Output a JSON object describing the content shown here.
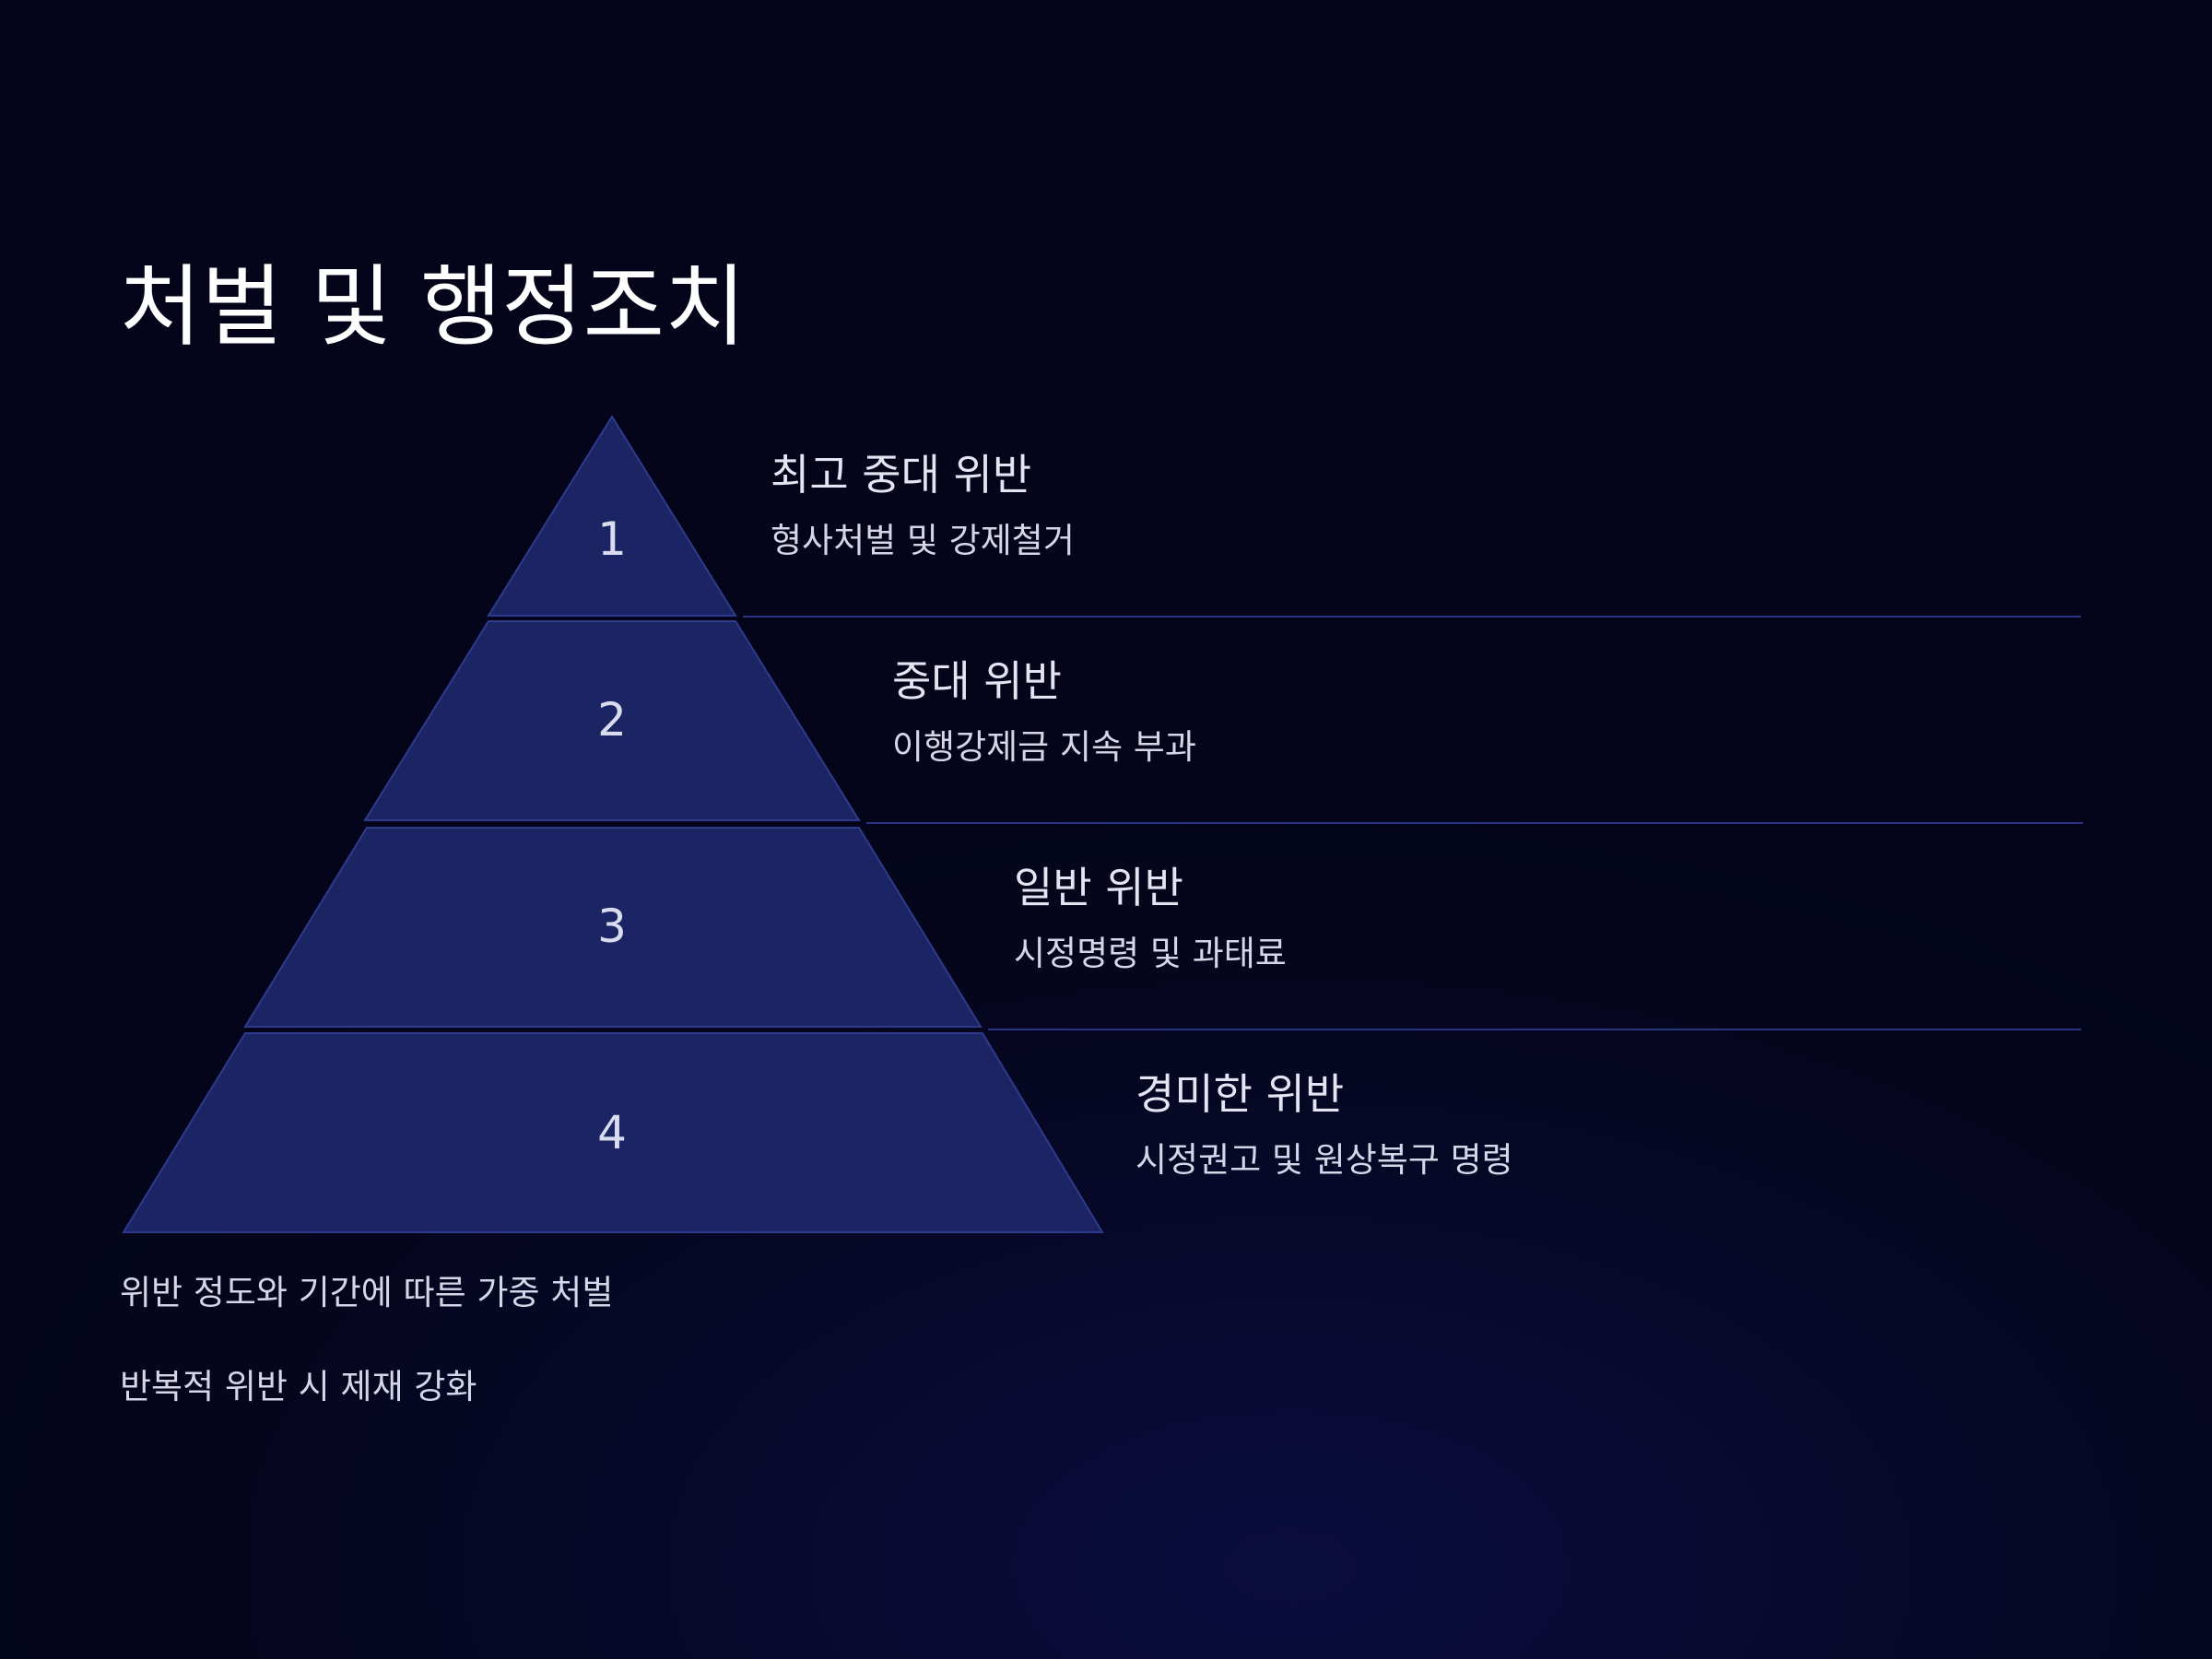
{
  "title": "처벌 및 행정조치",
  "colors": {
    "background": "#05061d",
    "tier_fill": "#1c2563",
    "tier_stroke": "#2f3a8c",
    "divider": "#2a3480",
    "text": "#d4d7e8"
  },
  "tiers": [
    {
      "number": "1",
      "heading": "최고 중대 위반",
      "description": "형사처벌 및 강제철거"
    },
    {
      "number": "2",
      "heading": "중대 위반",
      "description": "이행강제금 지속 부과"
    },
    {
      "number": "3",
      "heading": "일반 위반",
      "description": "시정명령 및 과태료"
    },
    {
      "number": "4",
      "heading": "경미한 위반",
      "description": "시정권고 및 원상복구 명령"
    }
  ],
  "notes": [
    "위반 정도와 기간에 따른 가중 처벌",
    "반복적 위반 시 제재 강화"
  ]
}
